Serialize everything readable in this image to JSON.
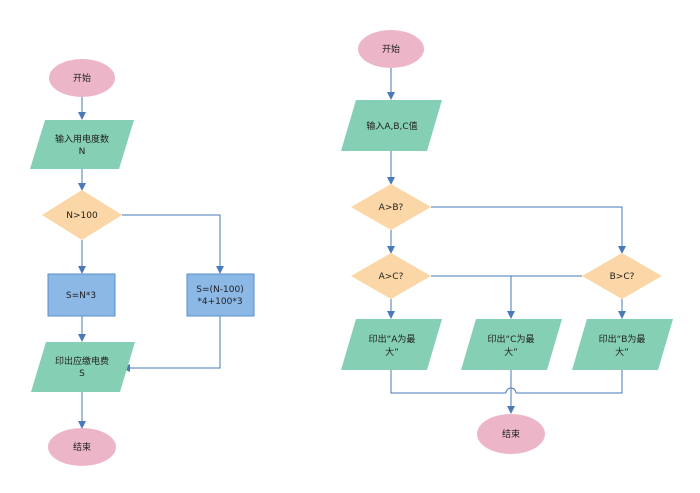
{
  "left_flow": {
    "start": "开始",
    "input": [
      "输入用电度数",
      "N"
    ],
    "decision": "N>100",
    "calc_low": "S=N*3",
    "calc_high": [
      "S=(N-100)",
      "*4+100*3"
    ],
    "output": [
      "印出应缴电费",
      "S"
    ],
    "end": "结束"
  },
  "right_flow": {
    "start": "开始",
    "input": "输入A,B,C值",
    "decision_ab": "A>B?",
    "decision_ac": "A>C?",
    "decision_bc": "B>C?",
    "out_a": [
      "印出“A为最",
      "大”"
    ],
    "out_c": [
      "印出“C为最",
      "大”"
    ],
    "out_b": [
      "印出“B为最",
      "大”"
    ],
    "end": "结束"
  },
  "colors": {
    "terminal": "#ecb6c8",
    "io": "#85cfb4",
    "decision": "#fbd6a6",
    "process": "#8cb8e6",
    "edge": "#4a7ab8"
  }
}
